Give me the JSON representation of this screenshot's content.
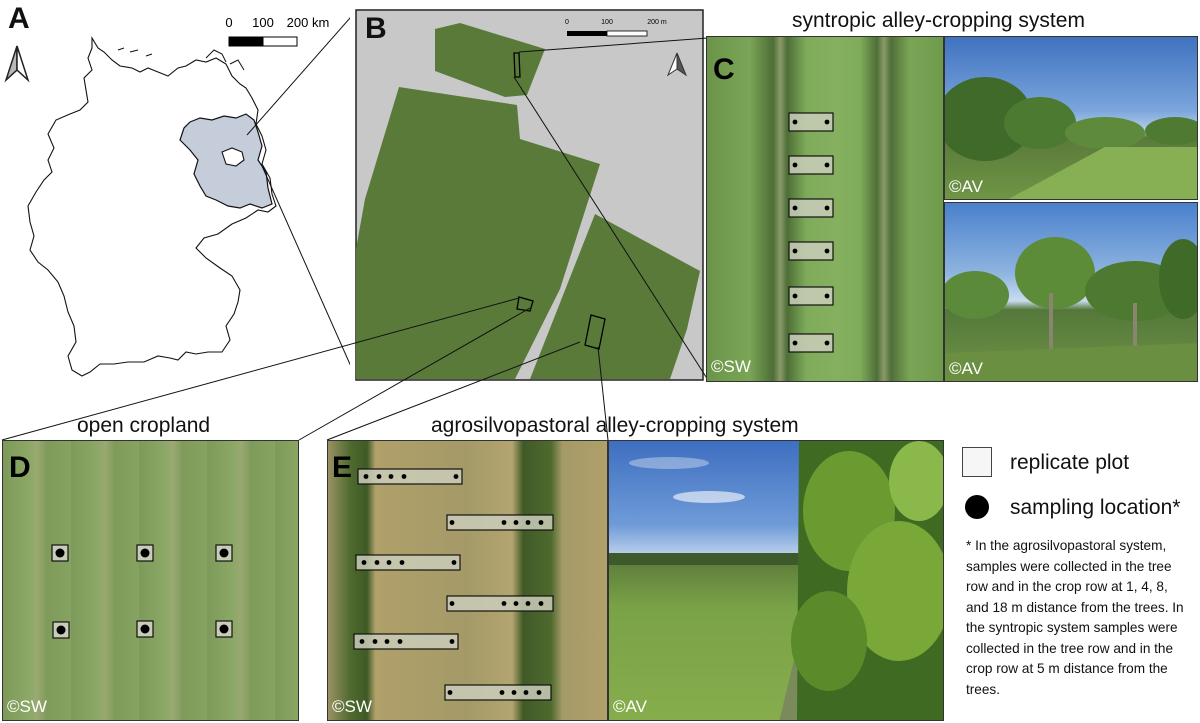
{
  "panels": {
    "A": {
      "letter": "A",
      "scalebar": {
        "labels": [
          "0",
          "100",
          "200 km"
        ]
      }
    },
    "B": {
      "letter": "B",
      "scalebar": {
        "labels": [
          "0",
          "100",
          "200 m"
        ]
      }
    },
    "C": {
      "letter": "C",
      "heading": "syntropic alley-cropping system",
      "copyrights": [
        "©SW",
        "©AV",
        "©AV"
      ]
    },
    "D": {
      "letter": "D",
      "heading": "open cropland",
      "copyright": "©SW"
    },
    "E": {
      "letter": "E",
      "heading": "agrosilvopastoral alley-cropping system",
      "copyrights": [
        "©SW",
        "©AV"
      ]
    }
  },
  "legend": {
    "replicate_plot": "replicate plot",
    "sampling_location": "sampling location*"
  },
  "footnote": "* In the agrosilvopastoral system, samples were collected in the tree row and in the crop row at 1, 4, 8, and 18 m distance from the trees. In the syntropic system samples were collected in the tree row and in the crop row at 5 m distance from the trees.",
  "colors": {
    "field_green": "#5a7a3a",
    "map_grey": "#c8c8c8",
    "state_highlight": "#c5cddb",
    "sky_blue": "#4a7ec4"
  },
  "icons": {
    "north_arrow": "north-arrow-icon",
    "plot": "replicate-plot-icon",
    "sampling_point": "sampling-location-icon"
  }
}
